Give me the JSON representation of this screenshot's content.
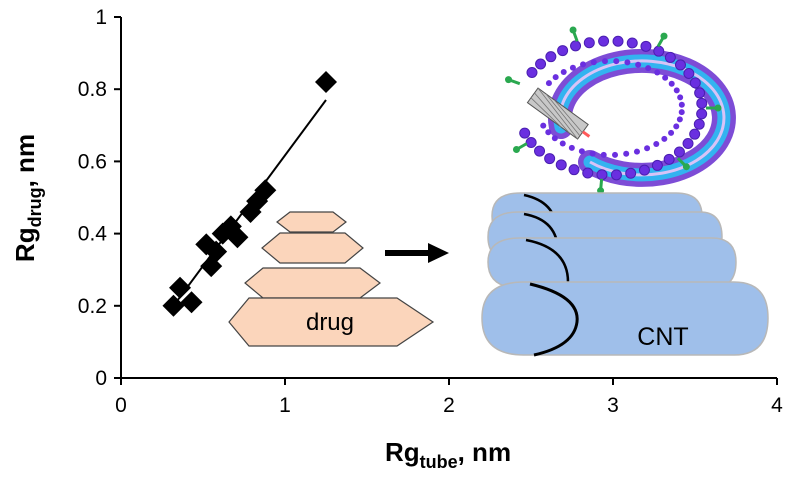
{
  "chart_data": {
    "type": "scatter",
    "xlabel": {
      "main": "Rg",
      "sub": "tube",
      "suffix": ", nm"
    },
    "ylabel": {
      "main": "Rg",
      "sub": "drug",
      "suffix": ", nm"
    },
    "xlim": [
      0,
      4
    ],
    "ylim": [
      0,
      1
    ],
    "xticks": [
      0,
      1,
      2,
      3,
      4
    ],
    "yticks": [
      0,
      0.2,
      0.4,
      0.6,
      0.8,
      1
    ],
    "ytick_labels": [
      "0",
      "0.2",
      "0.4",
      "0.6",
      "0.8",
      "1"
    ],
    "grid": false,
    "marker": "diamond",
    "points": [
      [
        0.32,
        0.2
      ],
      [
        0.36,
        0.25
      ],
      [
        0.43,
        0.21
      ],
      [
        0.52,
        0.37
      ],
      [
        0.55,
        0.31
      ],
      [
        0.58,
        0.35
      ],
      [
        0.62,
        0.4
      ],
      [
        0.67,
        0.42
      ],
      [
        0.71,
        0.39
      ],
      [
        0.79,
        0.46
      ],
      [
        0.83,
        0.49
      ],
      [
        0.88,
        0.52
      ],
      [
        1.25,
        0.82
      ]
    ],
    "trendline": {
      "x": [
        0.32,
        1.25
      ],
      "y": [
        0.2,
        0.77
      ]
    }
  },
  "illustration": {
    "drug_label": "drug",
    "cnt_label": "CNT",
    "colors": {
      "drug_fill": "#fbd5bb",
      "cnt_fill": "#9fbfea",
      "vesicle_outer": "#7d4cd6",
      "vesicle_inner": "#33b3f0",
      "ligand": "#2aa84f",
      "lipid_head": "#f08a2a"
    }
  }
}
